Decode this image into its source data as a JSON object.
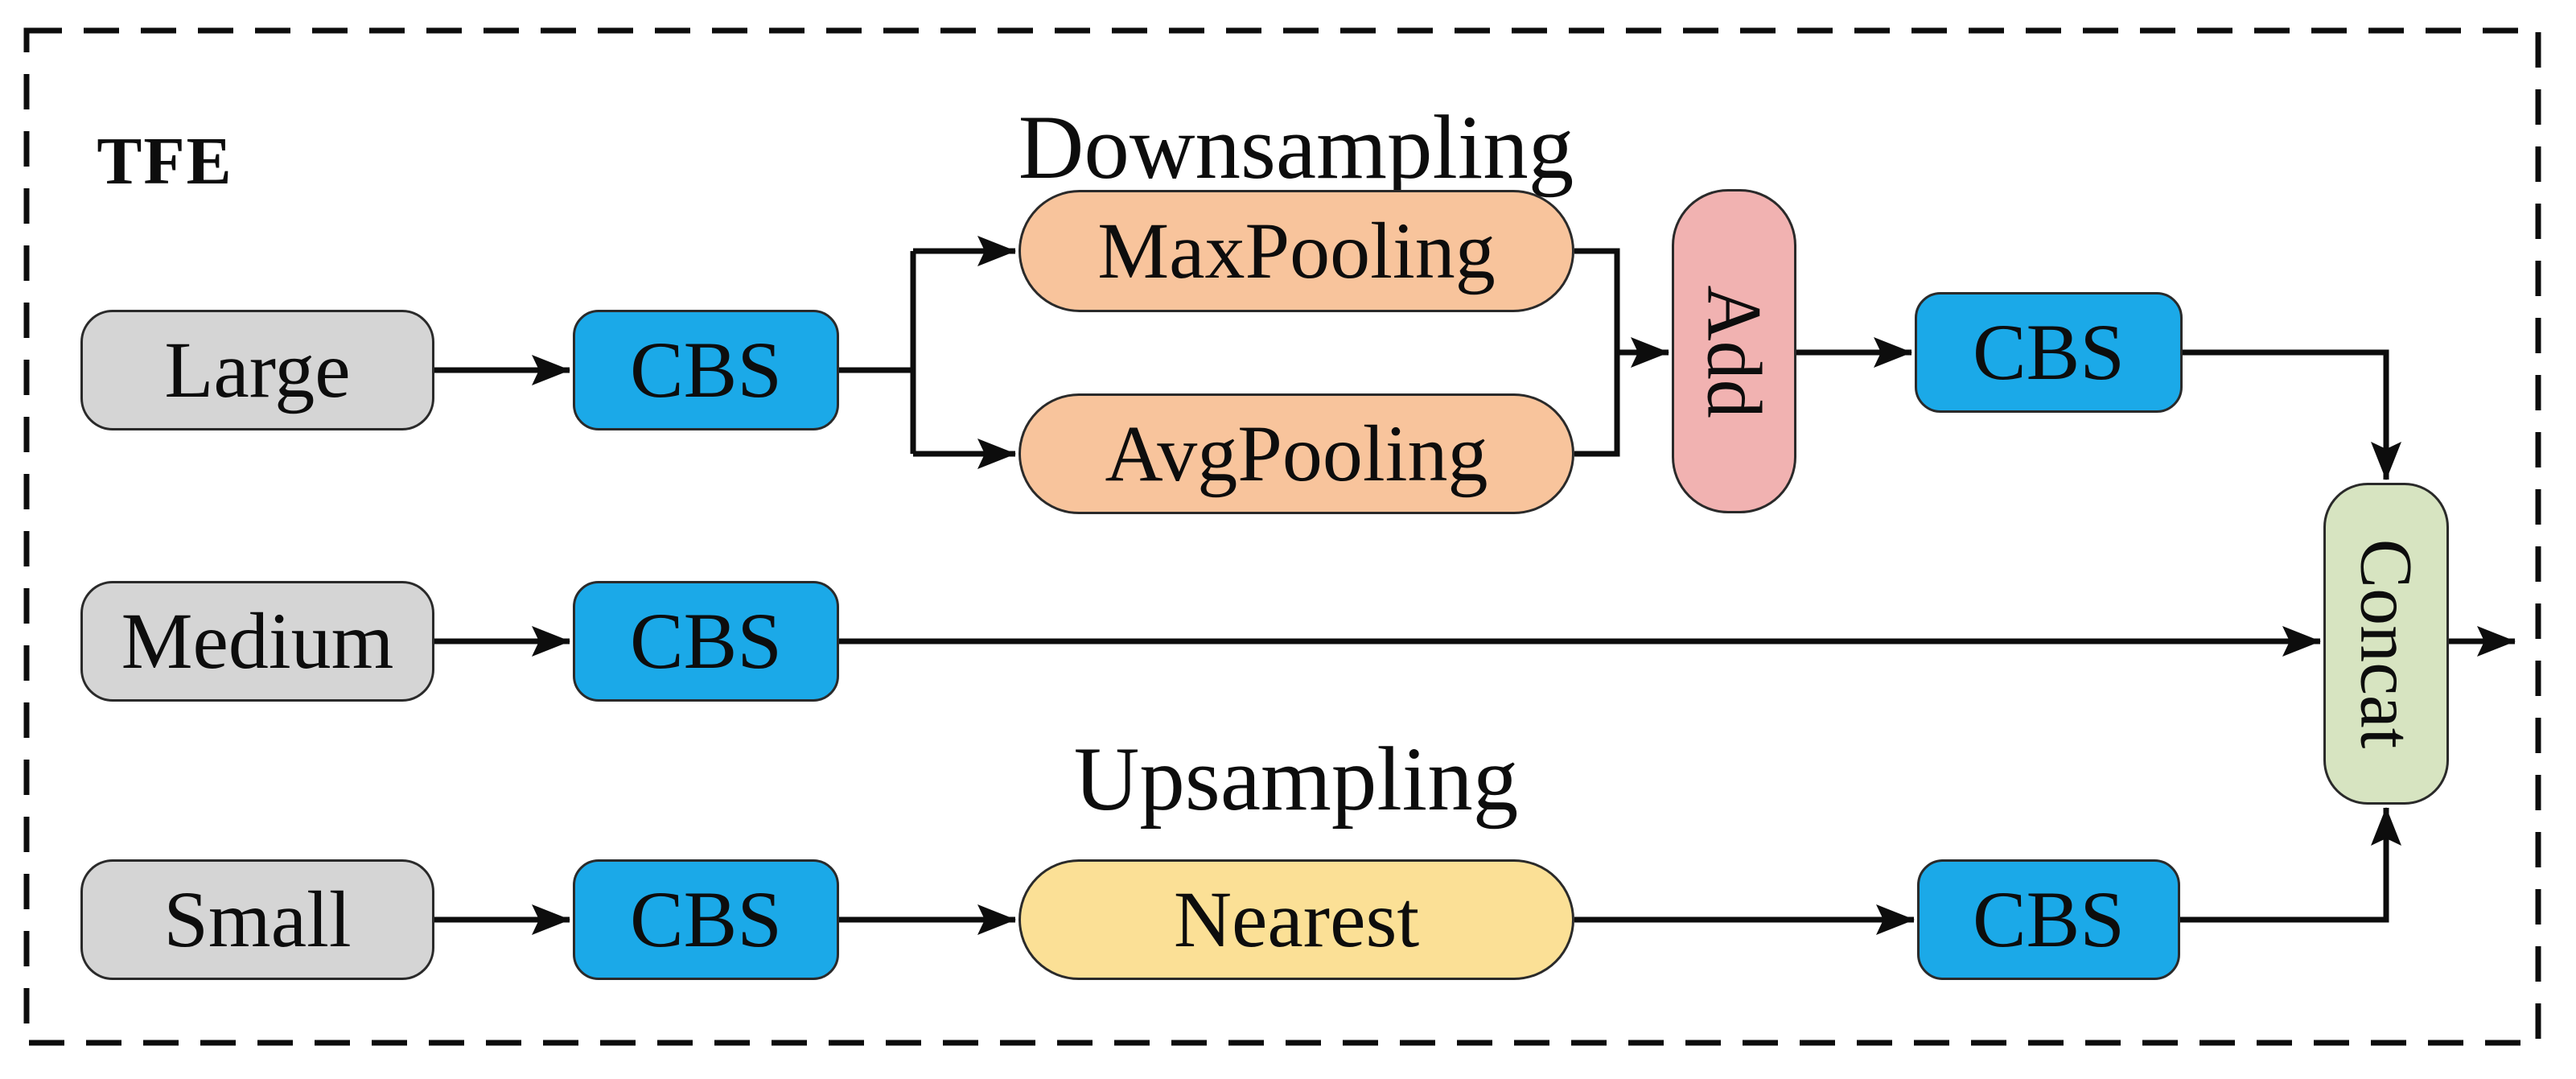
{
  "figure": {
    "title": "TFE",
    "labels": {
      "downsampling": "Downsampling",
      "upsampling": "Upsampling"
    },
    "inputs": {
      "large": "Large",
      "medium": "Medium",
      "small": "Small"
    },
    "ops": {
      "cbs": "CBS",
      "maxpooling": "MaxPooling",
      "avgpooling": "AvgPooling",
      "add": "Add",
      "nearest": "Nearest",
      "concat": "Concat"
    },
    "colors": {
      "input_gray": "#d5d5d5",
      "cbs_blue": "#1ba9e8",
      "pooling_orange": "#f8c49c",
      "add_pink": "#f1b2b1",
      "nearest_yellow": "#fbe096",
      "concat_green": "#d7e4c1",
      "connector_black": "#0d0d0d"
    }
  }
}
